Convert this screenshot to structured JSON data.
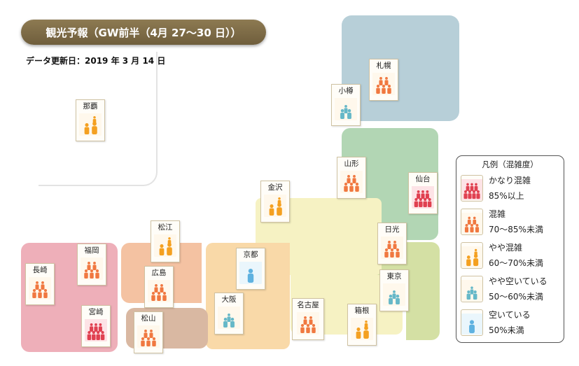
{
  "header": {
    "title": "観光予報（GW前半（4月 27〜30 日））",
    "update_date": "データ更新日：2019 年 3 月 14 日"
  },
  "legend": {
    "title": "凡例（混雑度）",
    "items": [
      {
        "level": 5,
        "label": "かなり混雑",
        "range": "85%以上"
      },
      {
        "level": 4,
        "label": "混雑",
        "range": "70〜85%未満"
      },
      {
        "level": 3,
        "label": "やや混雑",
        "range": "60〜70%未満"
      },
      {
        "level": 2,
        "label": "やや空いている",
        "range": "50〜60%未満"
      },
      {
        "level": 1,
        "label": "空いている",
        "range": "50%未満"
      }
    ]
  },
  "cities": [
    {
      "id": "naha",
      "name": "那覇",
      "level": 3
    },
    {
      "id": "sapporo",
      "name": "札幌",
      "level": 4
    },
    {
      "id": "otaru",
      "name": "小樽",
      "level": 2
    },
    {
      "id": "yamagata",
      "name": "山形",
      "level": 4
    },
    {
      "id": "sendai",
      "name": "仙台",
      "level": 5
    },
    {
      "id": "kanazawa",
      "name": "金沢",
      "level": 3
    },
    {
      "id": "nikko",
      "name": "日光",
      "level": 4
    },
    {
      "id": "tokyo",
      "name": "東京",
      "level": 2
    },
    {
      "id": "kyoto",
      "name": "京都",
      "level": 1
    },
    {
      "id": "osaka",
      "name": "大阪",
      "level": 2
    },
    {
      "id": "nagoya",
      "name": "名古屋",
      "level": 4
    },
    {
      "id": "hakone",
      "name": "箱根",
      "level": 3
    },
    {
      "id": "matsue",
      "name": "松江",
      "level": 3
    },
    {
      "id": "hiroshima",
      "name": "広島",
      "level": 4
    },
    {
      "id": "matsuyama",
      "name": "松山",
      "level": 4
    },
    {
      "id": "fukuoka",
      "name": "福岡",
      "level": 4
    },
    {
      "id": "nagasaki",
      "name": "長崎",
      "level": 4
    },
    {
      "id": "miyazaki",
      "name": "宮崎",
      "level": 5
    }
  ],
  "colors": {
    "level_5": "#e04050",
    "level_4": "#f07840",
    "level_3": "#f4a020",
    "level_2": "#66b8c8",
    "level_1": "#5fb2e0",
    "title_bar": "#7d6b47"
  }
}
